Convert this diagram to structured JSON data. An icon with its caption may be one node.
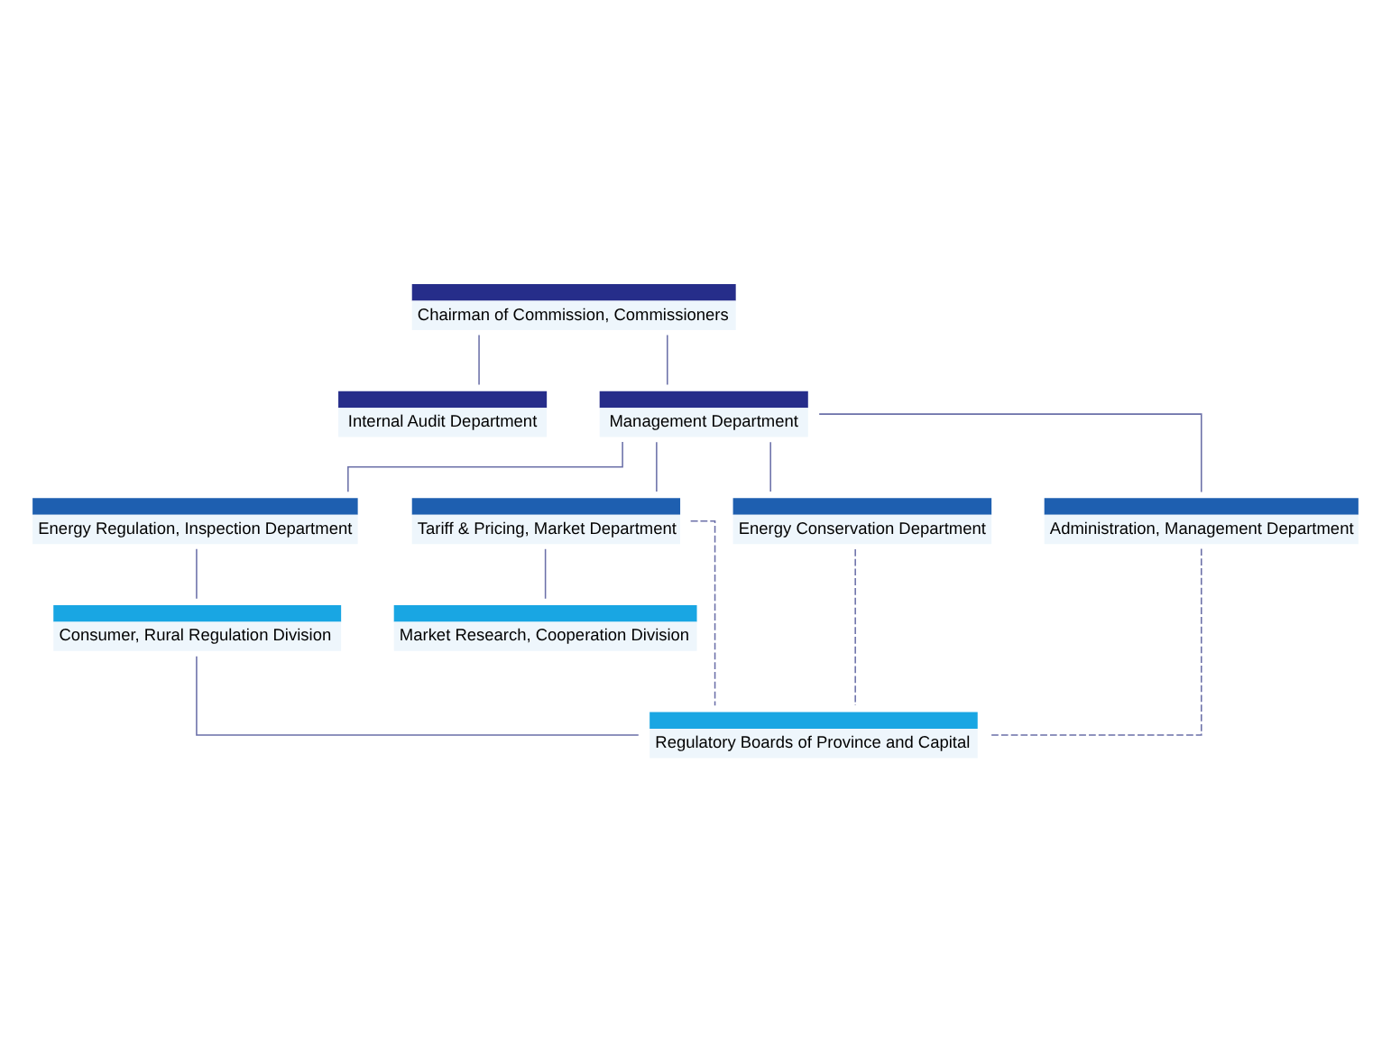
{
  "diagram": {
    "nodes": [
      {
        "text": [
          "Chairman of Commission, Commissioners"
        ]
      },
      {
        "text": [
          "Internal Audit Department"
        ]
      },
      {
        "text": [
          "Management Department"
        ]
      },
      {
        "text": [
          "Energy Regulation, Inspection Department"
        ]
      },
      {
        "text": [
          "Tariff & Pricing, Market Department"
        ]
      },
      {
        "text": [
          "Energy Conservation Department"
        ]
      },
      {
        "text": [
          "Administration, Management Department"
        ]
      },
      {
        "text": [
          "Consumer, Rural Regulation Division"
        ]
      },
      {
        "text": [
          "Market Research, Cooperation Division"
        ]
      },
      {
        "text": [
          "Regulatory Boards of Province and Capital"
        ]
      }
    ],
    "edges": [
      {
        "from": 0,
        "to": 2,
        "arrow": "none"
      },
      {
        "from": 0,
        "to": 1,
        "arrow": "none"
      },
      {
        "from": 2,
        "to": 3,
        "arrow": "none"
      },
      {
        "from": 2,
        "to": 4,
        "arrow": "none"
      },
      {
        "from": 2,
        "to": 5,
        "arrow": "none"
      },
      {
        "from": 2,
        "to": 6,
        "arrow": "none"
      },
      {
        "from": 3,
        "to": 7,
        "arrow": "none"
      },
      {
        "from": 4,
        "to": 8,
        "arrow": "none"
      },
      {
        "from": 4,
        "to": 9,
        "arrow": "none",
        "style": "dashed"
      },
      {
        "from": 5,
        "to": 9,
        "arrow": "none",
        "style": "dashed"
      },
      {
        "from": 6,
        "to": 9,
        "arrow": "none",
        "style": "dashed"
      },
      {
        "from": 7,
        "to": 9,
        "arrow": "none"
      }
    ]
  }
}
